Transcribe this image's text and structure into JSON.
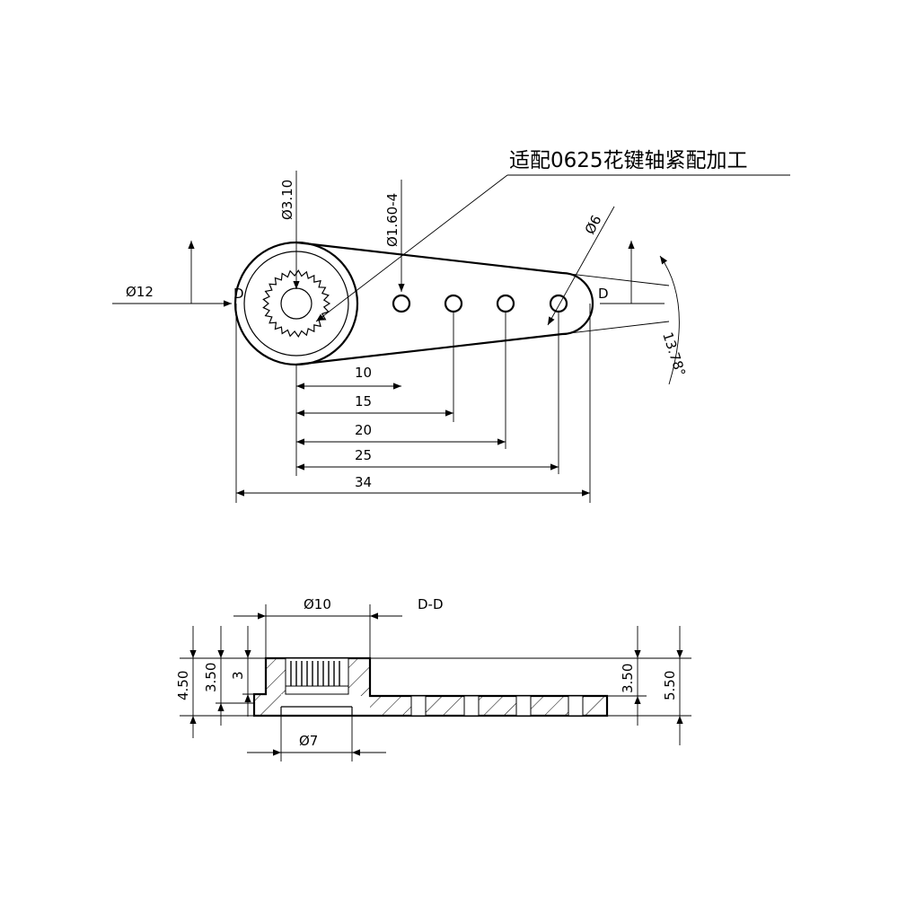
{
  "note_text": "适配0625花键轴紧配加工",
  "section_label": "D-D",
  "top_view": {
    "dia_hub": "Ø12",
    "dia_spline": "Ø3.10",
    "dia_holes": "Ø1.60-4",
    "dia_tip": "Ø6",
    "angle": "13.78°",
    "section_mark_left": "D",
    "section_mark_right": "D",
    "hole_distances": [
      "10",
      "15",
      "20",
      "25"
    ],
    "total_length": "34"
  },
  "section_view": {
    "dia_top": "Ø10",
    "dia_bottom": "Ø7",
    "h_outer_left": "4.50",
    "h_mid_left": "3.50",
    "h_inner_left": "3",
    "h_right_inner": "3.50",
    "h_right_outer": "5.50"
  }
}
